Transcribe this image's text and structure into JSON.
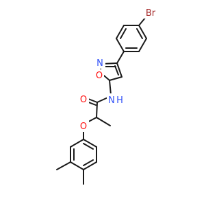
{
  "molecule": {
    "atom_labels": {
      "bromine": "Br",
      "isoxazole_nitrogen": "N",
      "isoxazole_oxygen": "O",
      "amide_nitrogen": "N",
      "amide_hydrogen": "H",
      "carbonyl_oxygen": "O",
      "ether_oxygen": "O"
    },
    "colors": {
      "bond": "#1a1a1a",
      "bromine": "#a52a2a",
      "nitrogen": "#3050f8",
      "oxygen": "#ff0d0d",
      "background": "#ffffff"
    }
  }
}
